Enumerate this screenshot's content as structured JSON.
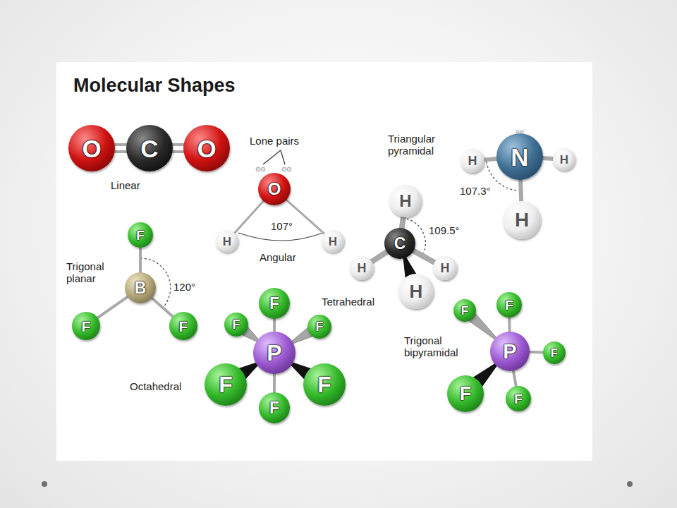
{
  "diagram": {
    "title": "Molecular Shapes",
    "nodes": [
      {
        "text": [
          "O"
        ]
      },
      {
        "text": [
          "C"
        ]
      },
      {
        "text": [
          "O"
        ]
      },
      {
        "text": [
          "O"
        ]
      },
      {
        "text": [
          "H"
        ]
      },
      {
        "text": [
          "H"
        ]
      },
      {
        "text": [
          "N"
        ]
      },
      {
        "text": [
          "H"
        ]
      },
      {
        "text": [
          "H"
        ]
      },
      {
        "text": [
          "H"
        ]
      },
      {
        "text": [
          "C"
        ]
      },
      {
        "text": [
          "H"
        ]
      },
      {
        "text": [
          "H"
        ]
      },
      {
        "text": [
          "H"
        ]
      },
      {
        "text": [
          "H"
        ]
      },
      {
        "text": [
          "B"
        ]
      },
      {
        "text": [
          "F"
        ]
      },
      {
        "text": [
          "F"
        ]
      },
      {
        "text": [
          "F"
        ]
      },
      {
        "text": [
          "P"
        ]
      },
      {
        "text": [
          "F"
        ]
      },
      {
        "text": [
          "F"
        ]
      },
      {
        "text": [
          "F"
        ]
      },
      {
        "text": [
          "F"
        ]
      },
      {
        "text": [
          "F"
        ]
      },
      {
        "text": [
          "F"
        ]
      },
      {
        "text": [
          "P"
        ]
      },
      {
        "text": [
          "F"
        ]
      },
      {
        "text": [
          "F"
        ]
      },
      {
        "text": [
          "F"
        ]
      },
      {
        "text": [
          "F"
        ]
      },
      {
        "text": [
          "F"
        ]
      }
    ],
    "edges": [
      {
        "from": 1,
        "to": 0,
        "arrow": "none"
      },
      {
        "from": 1,
        "to": 2,
        "arrow": "none"
      },
      {
        "from": 3,
        "to": 4,
        "arrow": "none"
      },
      {
        "from": 3,
        "to": 5,
        "arrow": "none"
      },
      {
        "from": 6,
        "to": 7,
        "arrow": "none"
      },
      {
        "from": 6,
        "to": 8,
        "arrow": "none"
      },
      {
        "from": 6,
        "to": 9,
        "arrow": "none"
      },
      {
        "from": 10,
        "to": 11,
        "arrow": "none"
      },
      {
        "from": 10,
        "to": 12,
        "arrow": "none"
      },
      {
        "from": 10,
        "to": 13,
        "arrow": "none"
      },
      {
        "from": 10,
        "to": 14,
        "arrow": "none"
      },
      {
        "from": 15,
        "to": 16,
        "arrow": "none"
      },
      {
        "from": 15,
        "to": 17,
        "arrow": "none"
      },
      {
        "from": 15,
        "to": 18,
        "arrow": "none"
      },
      {
        "from": 19,
        "to": 20,
        "arrow": "none"
      },
      {
        "from": 19,
        "to": 21,
        "arrow": "none"
      },
      {
        "from": 19,
        "to": 22,
        "arrow": "none"
      },
      {
        "from": 19,
        "to": 23,
        "arrow": "none"
      },
      {
        "from": 19,
        "to": 24,
        "arrow": "none"
      },
      {
        "from": 19,
        "to": 25,
        "arrow": "none"
      },
      {
        "from": 26,
        "to": 27,
        "arrow": "none"
      },
      {
        "from": 26,
        "to": 28,
        "arrow": "none"
      },
      {
        "from": 26,
        "to": 29,
        "arrow": "none"
      },
      {
        "from": 26,
        "to": 30,
        "arrow": "none"
      },
      {
        "from": 26,
        "to": 31,
        "arrow": "none"
      }
    ],
    "labels": [
      "Linear",
      "Lone pairs",
      "107°",
      "Angular",
      "Triangular pyramidal",
      "107.3°",
      "109.5°",
      "Trigonal planar",
      "120°",
      "Tetrahedral",
      "Octahedral",
      "Trigonal bipyramidal"
    ]
  }
}
